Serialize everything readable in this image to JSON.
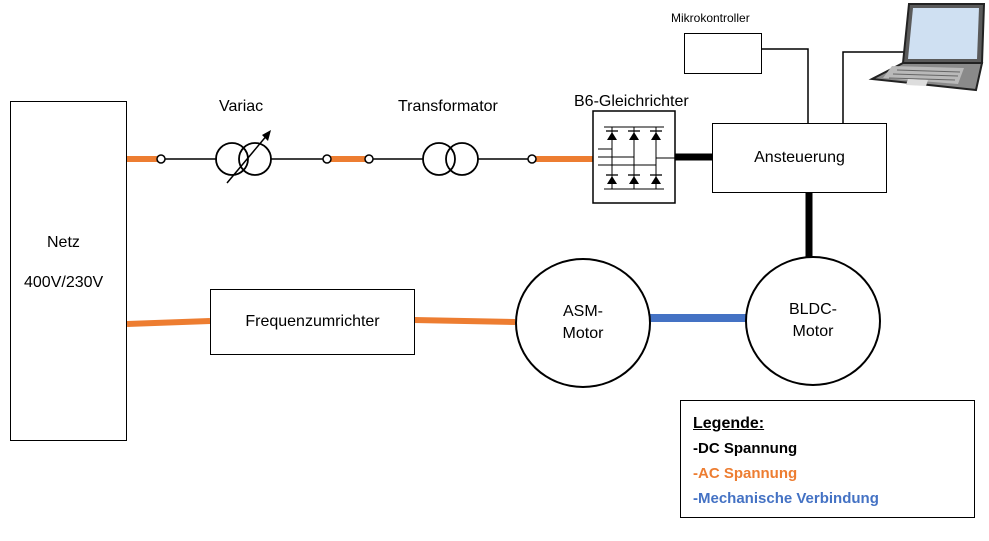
{
  "colors": {
    "dc": "#000000",
    "ac": "#ed7d31",
    "mechanical": "#4472c4"
  },
  "labels": {
    "netz_title": "Netz",
    "netz_voltage": "400V/230V",
    "variac": "Variac",
    "transformator": "Transformator",
    "b6": "B6-Gleichrichter",
    "mikrokontroller": "Mikrokontroller",
    "ansteuerung": "Ansteuerung",
    "frequenzumrichter": "Frequenzumrichter",
    "asm_line1": "ASM-",
    "asm_line2": "Motor",
    "bldc_line1": "BLDC-",
    "bldc_line2": "Motor"
  },
  "icons": {
    "laptop": "laptop-icon",
    "variac": "variac-symbol-icon",
    "transformer": "transformer-symbol-icon",
    "rectifier": "b6-rectifier-icon"
  },
  "legend": {
    "title": "Legende:",
    "dc": "-DC Spannung",
    "ac": "-AC Spannung",
    "mechanical": "-Mechanische Verbindung"
  }
}
